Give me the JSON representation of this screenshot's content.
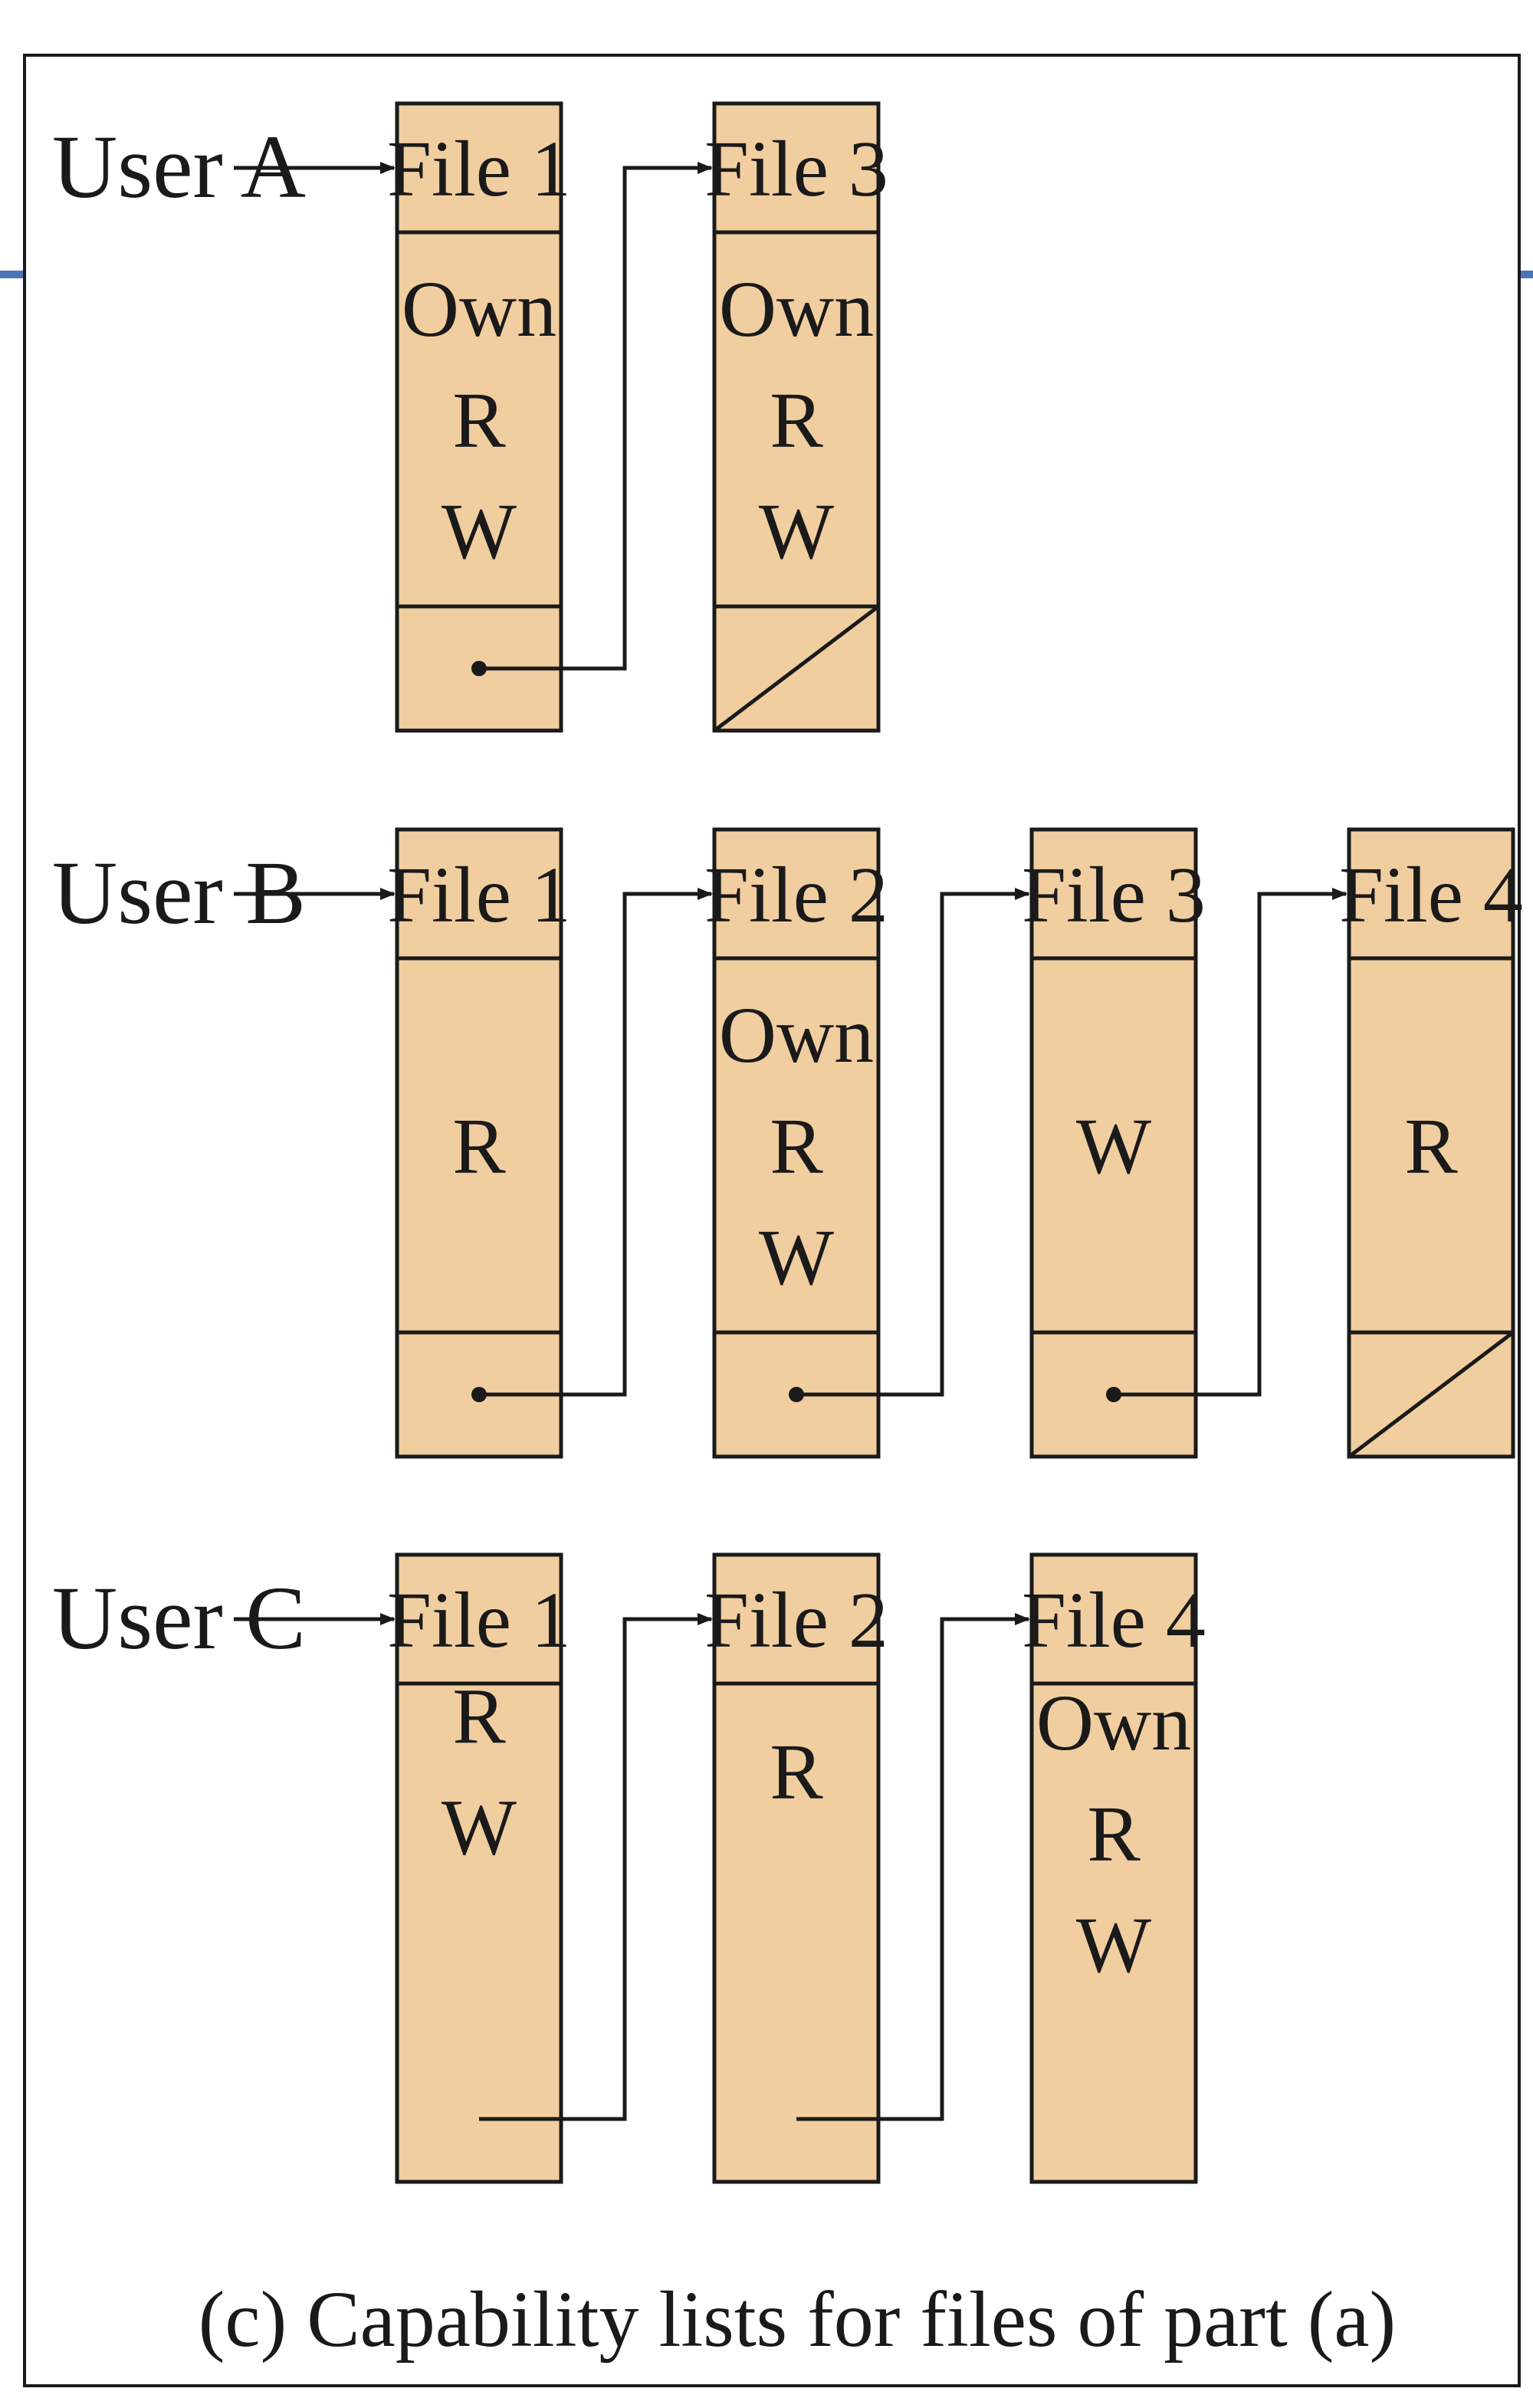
{
  "caption": "(c) Capability lists for files of part (a)",
  "colors": {
    "cell_fill": "#f1cea0",
    "stroke": "#1a1a1a",
    "accent": "#4a73b8"
  },
  "users": [
    {
      "name": "User A",
      "files": [
        {
          "label": "File 1",
          "rights": [
            "Own",
            "R",
            "W"
          ],
          "pointer": "next"
        },
        {
          "label": "File 3",
          "rights": [
            "Own",
            "R",
            "W"
          ],
          "pointer": "null"
        }
      ]
    },
    {
      "name": "User B",
      "files": [
        {
          "label": "File 1",
          "rights": [
            "R"
          ],
          "pointer": "next"
        },
        {
          "label": "File 2",
          "rights": [
            "Own",
            "R",
            "W"
          ],
          "pointer": "next"
        },
        {
          "label": "File 3",
          "rights": [
            "W"
          ],
          "pointer": "next"
        },
        {
          "label": "File 4",
          "rights": [
            "R"
          ],
          "pointer": "null"
        }
      ]
    },
    {
      "name": "User C",
      "files": [
        {
          "label": "File 1",
          "rights": [
            "R",
            "W"
          ],
          "pointer": "next"
        },
        {
          "label": "File 2",
          "rights": [
            "R"
          ],
          "pointer": "next"
        },
        {
          "label": "File 4",
          "rights": [
            "Own",
            "R",
            "W"
          ],
          "pointer": "none"
        }
      ]
    }
  ]
}
